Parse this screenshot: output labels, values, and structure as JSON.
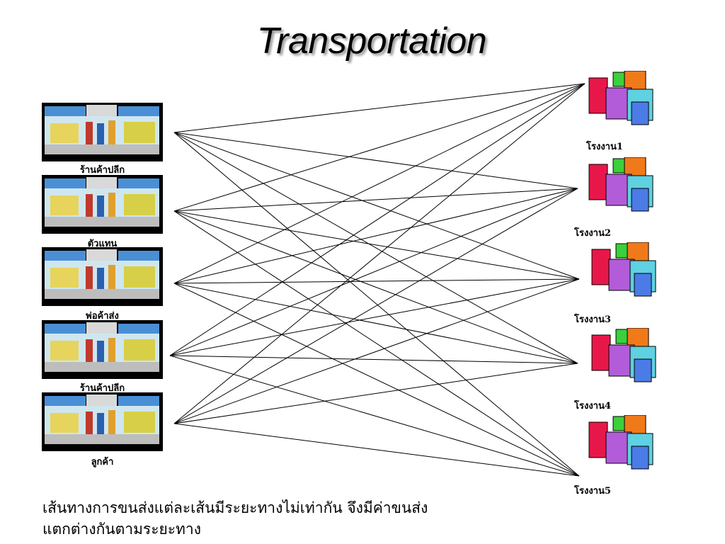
{
  "title": "Transportation",
  "stores": [
    {
      "label": "ร้านค้าปลีก"
    },
    {
      "label": "ตัวแทน"
    },
    {
      "label": "พ่อค้าส่ง"
    },
    {
      "label": "ร้านค้าปลีก"
    },
    {
      "label": "ลูกค้า"
    }
  ],
  "factories": [
    {
      "label": "โรงงาน1"
    },
    {
      "label": "โรงงาน2"
    },
    {
      "label": "โรงงาน3"
    },
    {
      "label": "โรงงาน4"
    },
    {
      "label": "โรงงาน5"
    }
  ],
  "caption": {
    "line1": "เส้นทางการขนส่งแต่ละเส้นมีระยะทางไม่เท่ากัน จึงมีค่าขนส่ง",
    "line2": "แตกต่างกันตามระยะทาง"
  },
  "colors": {
    "link": "#000000",
    "awning": "#4a8fd6"
  }
}
